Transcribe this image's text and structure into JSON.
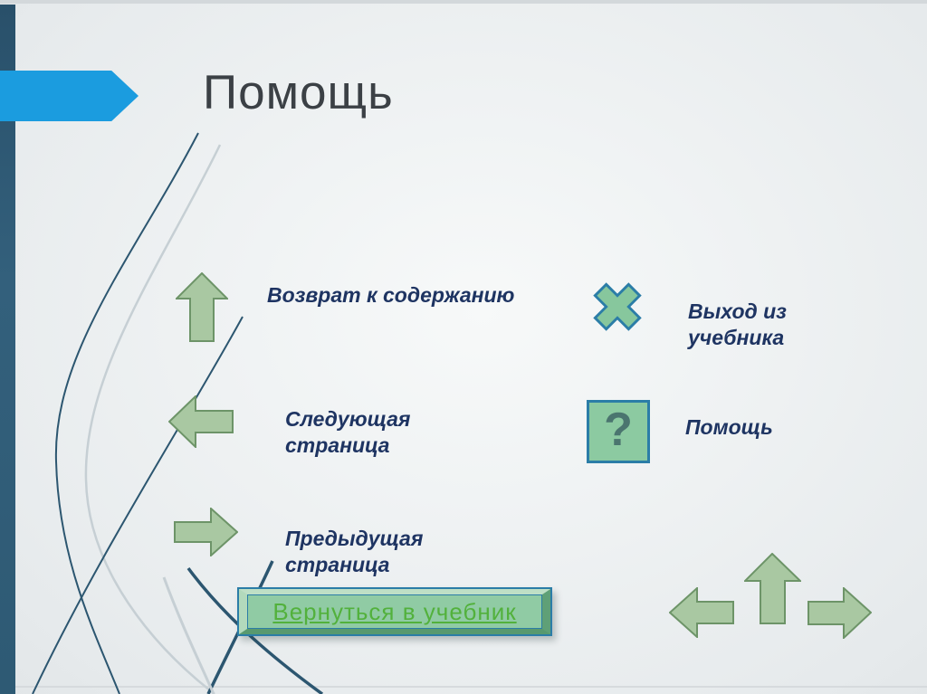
{
  "title": "Помощь",
  "legend": {
    "return_to_contents": "Возврат к содержанию",
    "next_page": "Следующая страница",
    "previous_page": "Предыдущая страница",
    "exit_textbook": "Выход из учебника",
    "help": "Помощь"
  },
  "button": {
    "label": "Вернуться в учебник"
  },
  "icons": {
    "question_glyph": "?",
    "legend": [
      "up-block-arrow",
      "left-block-arrow",
      "right-block-arrow",
      "cross-x",
      "question-square"
    ],
    "nav_cluster": [
      "left-block-arrow",
      "up-block-arrow",
      "right-block-arrow"
    ]
  },
  "colors": {
    "accent_blue_arrow": "#1b9cdf",
    "left_bar": "#2e5a74",
    "title_text": "#3b4045",
    "label_navy": "#1e3462",
    "sage_arrow_fill": "#a9c8a2",
    "sage_arrow_stroke": "#6d9468",
    "mint_icon_fill": "#87c79d",
    "icon_stroke_teal": "#2b7da7",
    "link_green": "#52b13c",
    "trail_dark": "#2c5670",
    "trail_light": "#c6cfd4"
  }
}
